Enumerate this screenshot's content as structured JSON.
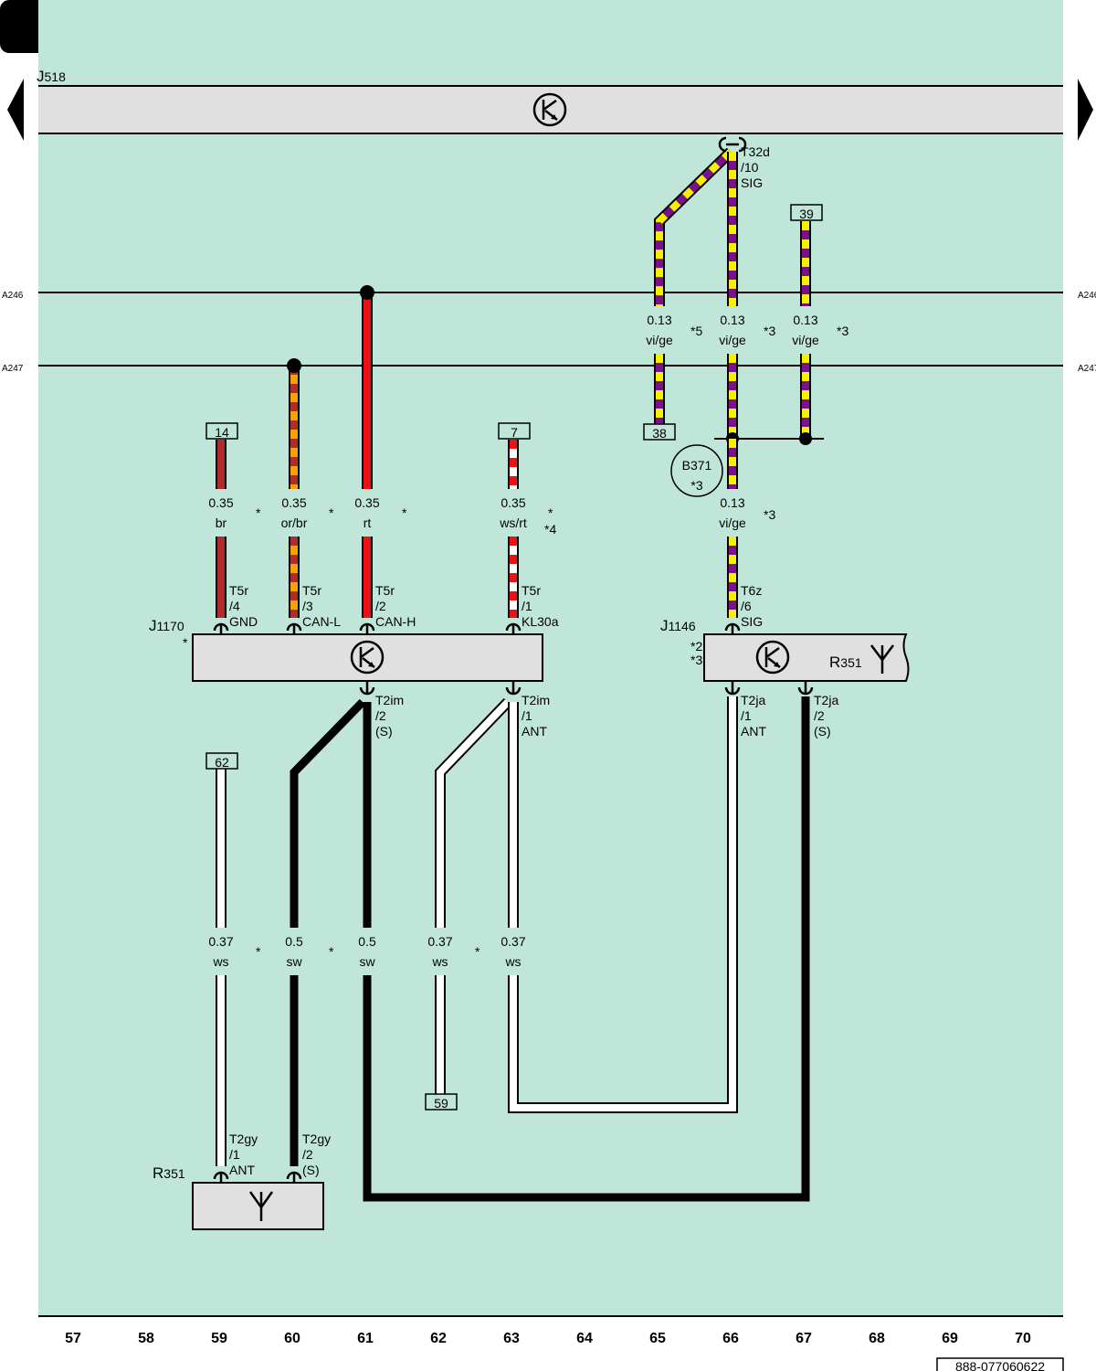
{
  "page": {
    "id_code": "888-077060622"
  },
  "arrows": {
    "prev": "arrow-left-icon",
    "next": "arrow-right-icon"
  },
  "colors": {
    "background": "#c0e6da",
    "component_fill": "#e0e0e0",
    "vi": "#7b0f8c",
    "ge": "#f5ef00",
    "br": "#b22a2a",
    "or": "#f5a300",
    "rt": "#ee1111",
    "ws": "#ffffff",
    "sw": "#000000"
  },
  "rails": {
    "a246": "A246",
    "a247": "A247"
  },
  "components": {
    "j518": {
      "letter": "J",
      "num": "518"
    },
    "j1170": {
      "letter": "J",
      "num": "1170",
      "star": "*"
    },
    "j1146": {
      "letter": "J",
      "num": "1146",
      "star2": "*2",
      "star3": "*3"
    },
    "r351_inline": {
      "letter": "R",
      "num": "351"
    },
    "r351": {
      "letter": "R",
      "num": "351"
    },
    "b371": {
      "name": "B371",
      "star": "*3"
    }
  },
  "connectors": {
    "t32d": {
      "l1": "T32d",
      "l2": "/10",
      "l3": "SIG"
    },
    "t5r4": {
      "l1": "T5r",
      "l2": "/4",
      "l3": "GND"
    },
    "t5r3": {
      "l1": "T5r",
      "l2": "/3",
      "l3": "CAN-L"
    },
    "t5r2": {
      "l1": "T5r",
      "l2": "/2",
      "l3": "CAN-H"
    },
    "t5r1": {
      "l1": "T5r",
      "l2": "/1",
      "l3": "KL30a"
    },
    "t6z": {
      "l1": "T6z",
      "l2": "/6",
      "l3": "SIG"
    },
    "t2im2": {
      "l1": "T2im",
      "l2": "/2",
      "l3": "(S)"
    },
    "t2im1": {
      "l1": "T2im",
      "l2": "/1",
      "l3": "ANT"
    },
    "t2ja1": {
      "l1": "T2ja",
      "l2": "/1",
      "l3": "ANT"
    },
    "t2ja2": {
      "l1": "T2ja",
      "l2": "/2",
      "l3": "(S)"
    },
    "t2gy1": {
      "l1": "T2gy",
      "l2": "/1",
      "l3": "ANT"
    },
    "t2gy2": {
      "l1": "T2gy",
      "l2": "/2",
      "l3": "(S)"
    }
  },
  "refs": {
    "r14": "14",
    "r7": "7",
    "r38": "38",
    "r39": "39",
    "r62": "62",
    "r59": "59"
  },
  "wires": {
    "w65": {
      "size": "0.13",
      "color": "vi/ge",
      "note": "*5"
    },
    "w66a": {
      "size": "0.13",
      "color": "vi/ge",
      "note": "*3"
    },
    "w67": {
      "size": "0.13",
      "color": "vi/ge",
      "note": "*3"
    },
    "w66b": {
      "size": "0.13",
      "color": "vi/ge",
      "note": "*3"
    },
    "w59a": {
      "size": "0.35",
      "color": "br",
      "note": "*"
    },
    "w60a": {
      "size": "0.35",
      "color": "or/br",
      "note": "*"
    },
    "w61a": {
      "size": "0.35",
      "color": "rt",
      "note": "*"
    },
    "w63a": {
      "size": "0.35",
      "color": "ws/rt",
      "note1": "*",
      "note2": "*4"
    },
    "w59b": {
      "size": "0.37",
      "color": "ws",
      "note": "*"
    },
    "w60b": {
      "size": "0.5",
      "color": "sw",
      "note": "*"
    },
    "w61b": {
      "size": "0.5",
      "color": "sw"
    },
    "w62b": {
      "size": "0.37",
      "color": "ws",
      "note": "*"
    },
    "w63b": {
      "size": "0.37",
      "color": "ws"
    }
  },
  "columns": [
    "57",
    "58",
    "59",
    "60",
    "61",
    "62",
    "63",
    "64",
    "65",
    "66",
    "67",
    "68",
    "69",
    "70"
  ]
}
